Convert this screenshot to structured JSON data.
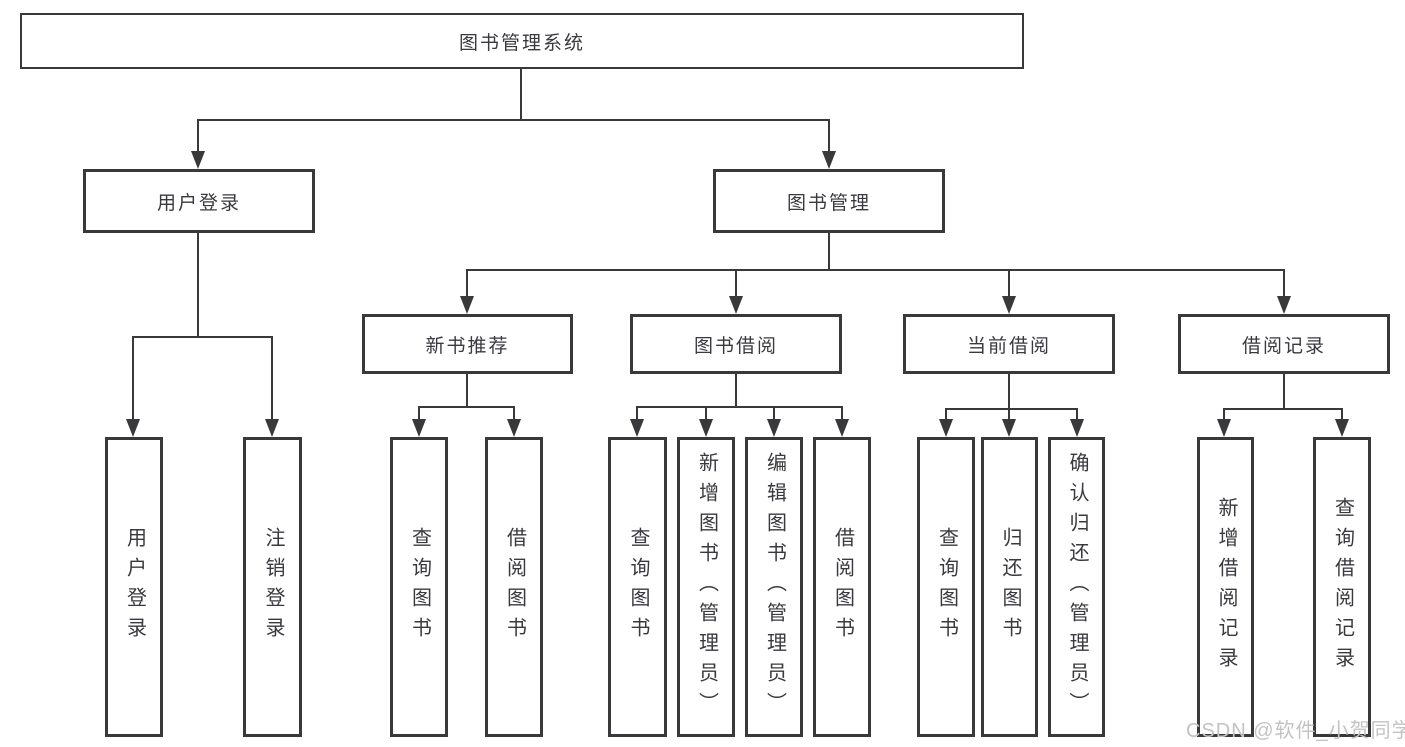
{
  "diagram": {
    "nodes": {
      "root": {
        "label": "图书管理系统"
      },
      "user_login": {
        "label": "用户登录"
      },
      "book_mgmt": {
        "label": "图书管理"
      },
      "new_book_rec": {
        "label": "新书推荐"
      },
      "book_borrow": {
        "label": "图书借阅"
      },
      "current_borrow": {
        "label": "当前借阅"
      },
      "borrow_record": {
        "label": "借阅记录"
      },
      "leaf_login": {
        "label": "用户登录"
      },
      "leaf_logout": {
        "label": "注销登录"
      },
      "leaf_query_book_b": {
        "label": "查询图书"
      },
      "leaf_borrow_book_b": {
        "label": "借阅图书"
      },
      "leaf_query_book_c": {
        "label": "查询图书"
      },
      "leaf_add_book_admin": {
        "label": "新增图书（管理员）"
      },
      "leaf_edit_book_admin": {
        "label": "编辑图书（管理员）"
      },
      "leaf_borrow_book_c": {
        "label": "借阅图书"
      },
      "leaf_query_book_d": {
        "label": "查询图书"
      },
      "leaf_return_book": {
        "label": "归还图书"
      },
      "leaf_confirm_return_admin": {
        "label": "确认归还（管理员）"
      },
      "leaf_add_borrow_record": {
        "label": "新增借阅记录"
      },
      "leaf_query_borrow_record": {
        "label": "查询借阅记录"
      }
    },
    "colors": {
      "line": "#39393b",
      "text": "#3a3a3e",
      "watermark": "#c3c3c3",
      "background": "#ffffff"
    }
  },
  "watermark": {
    "text": "CSDN @软件_小贺同学"
  }
}
